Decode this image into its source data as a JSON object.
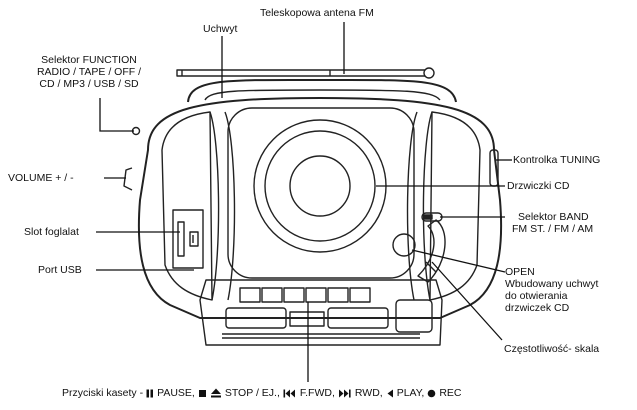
{
  "labels": {
    "antenna": "Teleskopowa antena FM",
    "handle": "Uchwyt",
    "function_selector": [
      "Selektor FUNCTION",
      "RADIO / TAPE / OFF /",
      "CD / MP3 / USB / SD"
    ],
    "volume": "VOLUME + / -",
    "card_slot": "Slot foglalat",
    "usb_port": "Port USB",
    "tuning_indicator": "Kontrolka TUNING",
    "cd_door": "Drzwiczki CD",
    "band_selector": [
      "Selektor BAND",
      "FM ST. / FM / AM"
    ],
    "open_handle": [
      "OPEN",
      "Wbudowany uchwyt",
      "do otwierania",
      "drzwiczek CD"
    ],
    "frequency_scale": "Częstotliwość- skala",
    "cassette_buttons": {
      "prefix": "Przyciski kasety -",
      "pause": "PAUSE,",
      "stop_eject": "STOP / EJ.,",
      "ffwd": "F.FWD,",
      "rwd": "RWD,",
      "play": "PLAY,",
      "rec": "REC"
    }
  },
  "icons": {
    "pause": "pause-icon",
    "stop": "stop-icon",
    "eject": "eject-icon",
    "fast_forward": "fast-forward-icon",
    "rewind": "rewind-icon",
    "play": "play-icon",
    "record": "record-icon"
  }
}
